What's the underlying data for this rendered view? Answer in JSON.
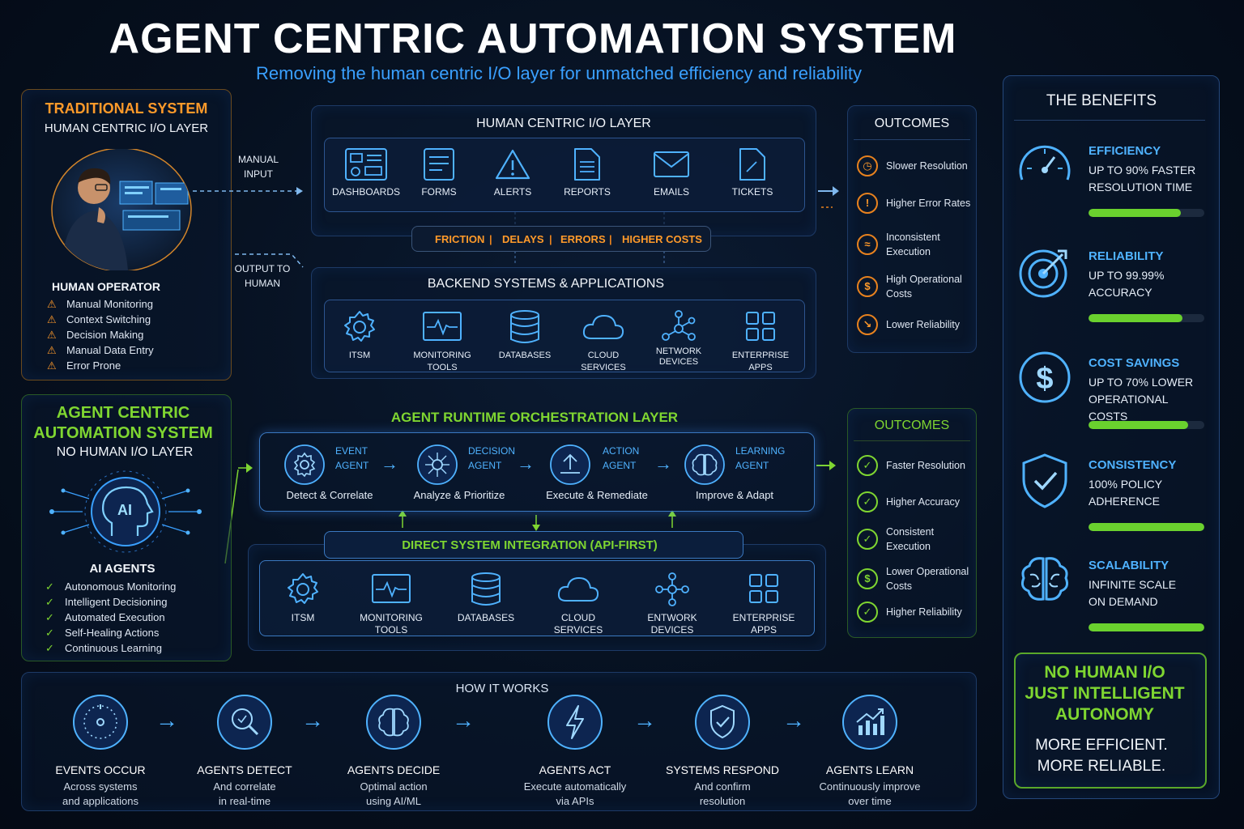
{
  "title": "AGENT CENTRIC AUTOMATION SYSTEM",
  "subtitle": "Removing the human centric I/O layer for unmatched efficiency and reliability",
  "traditional": {
    "heading": "TRADITIONAL SYSTEM",
    "subheading": "HUMAN CENTRIC I/O LAYER",
    "operator_label": "HUMAN OPERATOR",
    "issues": [
      "Manual Monitoring",
      "Context Switching",
      "Decision Making",
      "Manual Data Entry",
      "Error Prone"
    ],
    "manual_input": [
      "MANUAL",
      "INPUT"
    ],
    "output_to_human": [
      "OUTPUT TO",
      "HUMAN"
    ]
  },
  "human_io": {
    "title": "HUMAN CENTRIC I/O LAYER",
    "items": [
      "DASHBOARDS",
      "FORMS",
      "ALERTS",
      "REPORTS",
      "EMAILS",
      "TICKETS"
    ],
    "frictions": [
      "FRICTION",
      "DELAYS",
      "ERRORS",
      "HIGHER COSTS"
    ]
  },
  "backend": {
    "title": "BACKEND SYSTEMS & APPLICATIONS",
    "items": [
      "ITSM",
      "MONITORING TOOLS",
      "DATABASES",
      "CLOUD SERVICES",
      "NETWORK DEVICES",
      "ENTERPRISE APPS"
    ]
  },
  "outcomes_traditional": {
    "title": "OUTCOMES",
    "items": [
      "Slower Resolution",
      "Higher Error Rates",
      "Inconsistent Execution",
      "High Operational Costs",
      "Lower Reliability"
    ]
  },
  "agent_system": {
    "heading": [
      "AGENT CENTRIC",
      "AUTOMATION SYSTEM"
    ],
    "subheading": "NO HUMAN I/O LAYER",
    "ai_label": "AI",
    "agents_label": "AI AGENTS",
    "features": [
      "Autonomous Monitoring",
      "Intelligent Decisioning",
      "Automated Execution",
      "Self-Healing Actions",
      "Continuous Learning"
    ]
  },
  "orchestration": {
    "title": "AGENT RUNTIME ORCHESTRATION LAYER",
    "agents": [
      {
        "kind": [
          "EVENT",
          "AGENT"
        ],
        "desc": "Detect & Correlate"
      },
      {
        "kind": [
          "DECISION",
          "AGENT"
        ],
        "desc": "Analyze & Prioritize"
      },
      {
        "kind": [
          "ACTION",
          "AGENT"
        ],
        "desc": "Execute & Remediate"
      },
      {
        "kind": [
          "LEARNING",
          "AGENT"
        ],
        "desc": "Improve & Adapt"
      }
    ]
  },
  "integration": {
    "title": "DIRECT SYSTEM INTEGRATION (API-FIRST)",
    "items": [
      "ITSM",
      "MONITORING TOOLS",
      "DATABASES",
      "CLOUD SERVICES",
      "ENTWORK DEVICES",
      "ENTERPRISE APPS"
    ]
  },
  "outcomes_agent": {
    "title": "OUTCOMES",
    "items": [
      "Faster Resolution",
      "Higher Accuracy",
      "Consistent Execution",
      "Lower Operational Costs",
      "Higher Reliability"
    ]
  },
  "benefits": {
    "title": "THE BENEFITS",
    "items": [
      {
        "name": "EFFICIENCY",
        "desc": [
          "UP TO 90% FASTER",
          "RESOLUTION TIME"
        ],
        "level": 0.8
      },
      {
        "name": "RELIABILITY",
        "desc": [
          "UP TO 99.99%",
          "ACCURACY"
        ],
        "level": 0.81
      },
      {
        "name": "COST SAVINGS",
        "desc": [
          "UP TO 70% LOWER",
          "OPERATIONAL COSTS"
        ],
        "level": 0.86
      },
      {
        "name": "CONSISTENCY",
        "desc": [
          "100% POLICY",
          "ADHERENCE"
        ],
        "level": 1.0
      },
      {
        "name": "SCALABILITY",
        "desc": [
          "INFINITE SCALE",
          "ON DEMAND"
        ],
        "level": 1.0
      }
    ],
    "callout": [
      "NO HUMAN I/O",
      "JUST INTELLIGENT",
      "AUTONOMY"
    ],
    "callout_sub": [
      "MORE EFFICIENT.",
      "MORE RELIABLE."
    ]
  },
  "how_it_works": {
    "title": "HOW IT WORKS",
    "steps": [
      {
        "title": "EVENTS OCCUR",
        "desc": [
          "Across systems",
          "and applications"
        ]
      },
      {
        "title": "AGENTS DETECT",
        "desc": [
          "And correlate",
          "in real-time"
        ]
      },
      {
        "title": "AGENTS DECIDE",
        "desc": [
          "Optimal action",
          "using AI/ML"
        ]
      },
      {
        "title": "AGENTS ACT",
        "desc": [
          "Execute automatically",
          "via APIs"
        ]
      },
      {
        "title": "SYSTEMS RESPOND",
        "desc": [
          "And confirm",
          "resolution"
        ]
      },
      {
        "title": "AGENTS LEARN",
        "desc": [
          "Continuously improve",
          "over time"
        ]
      }
    ]
  },
  "colors": {
    "accent_blue": "#4fb2ff",
    "orange": "#ff9a2a",
    "green": "#7fd631",
    "background": "#06101f"
  }
}
